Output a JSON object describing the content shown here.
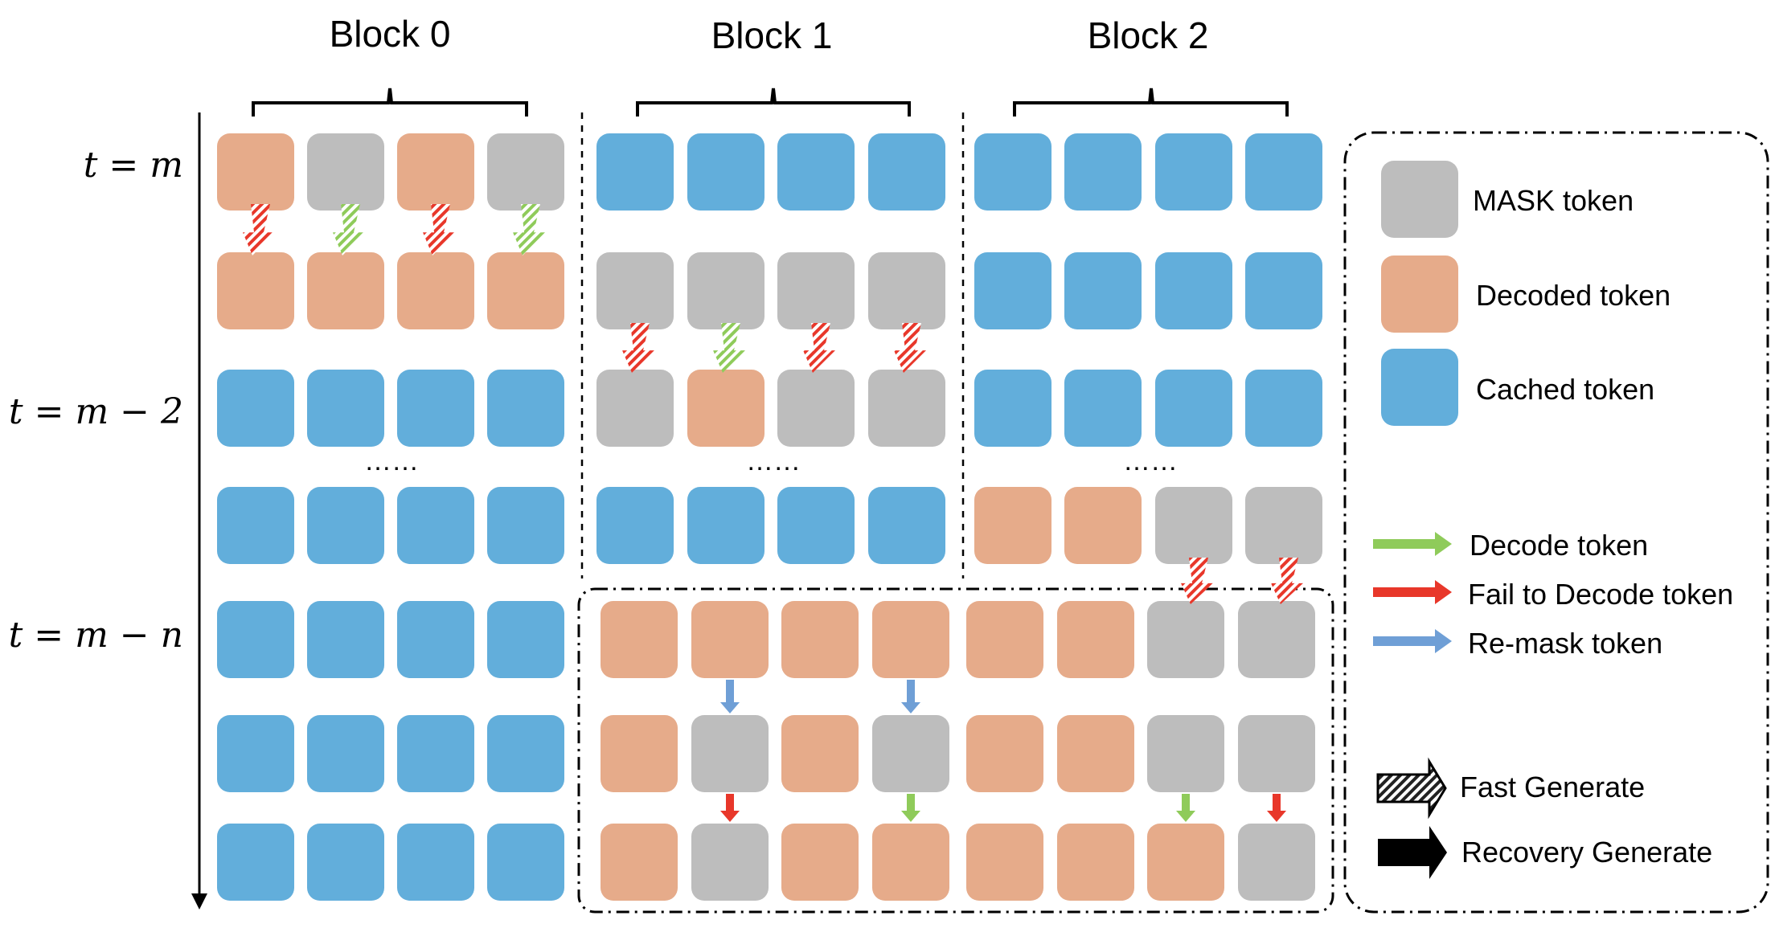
{
  "blocks": [
    {
      "title": "Block 0"
    },
    {
      "title": "Block 1"
    },
    {
      "title": "Block 2"
    }
  ],
  "time_labels": [
    "t = m",
    "t = m − 2",
    "t = m − n"
  ],
  "ellipsis": "……",
  "colors": {
    "mask": "#bdbdbd",
    "decoded": "#e6ab8a",
    "cached": "#62aedb",
    "green": "#8fcb5a",
    "red": "#e8372a",
    "blue": "#6f9fd6"
  },
  "rows": [
    [
      "D",
      "M",
      "D",
      "M",
      "C",
      "C",
      "C",
      "C",
      "C",
      "C",
      "C",
      "C"
    ],
    [
      "D",
      "D",
      "D",
      "D",
      "M",
      "M",
      "M",
      "M",
      "C",
      "C",
      "C",
      "C"
    ],
    [
      "C",
      "C",
      "C",
      "C",
      "M",
      "D",
      "M",
      "M",
      "C",
      "C",
      "C",
      "C"
    ],
    [
      "C",
      "C",
      "C",
      "C",
      "C",
      "C",
      "C",
      "C",
      "D",
      "D",
      "M",
      "M"
    ],
    [
      "C",
      "C",
      "C",
      "C",
      "D",
      "D",
      "D",
      "D",
      "D",
      "D",
      "M",
      "M"
    ],
    [
      "C",
      "C",
      "C",
      "C",
      "D",
      "M",
      "D",
      "M",
      "D",
      "D",
      "M",
      "M"
    ],
    [
      "C",
      "C",
      "C",
      "C",
      "D",
      "M",
      "D",
      "D",
      "D",
      "D",
      "D",
      "M"
    ]
  ],
  "fast_arrows": [
    {
      "row_gap": 0,
      "col": 0,
      "color": "red"
    },
    {
      "row_gap": 0,
      "col": 1,
      "color": "green"
    },
    {
      "row_gap": 0,
      "col": 2,
      "color": "red"
    },
    {
      "row_gap": 0,
      "col": 3,
      "color": "green"
    },
    {
      "row_gap": 1,
      "col": 4,
      "color": "red"
    },
    {
      "row_gap": 1,
      "col": 5,
      "color": "green"
    },
    {
      "row_gap": 1,
      "col": 6,
      "color": "red"
    },
    {
      "row_gap": 1,
      "col": 7,
      "color": "red"
    },
    {
      "row_gap": 3,
      "col": 10,
      "color": "red"
    },
    {
      "row_gap": 3,
      "col": 11,
      "color": "red"
    }
  ],
  "recovery_arrows": [
    {
      "row_gap": 4,
      "col": 5,
      "color": "blue"
    },
    {
      "row_gap": 4,
      "col": 7,
      "color": "blue"
    },
    {
      "row_gap": 5,
      "col": 5,
      "color": "red"
    },
    {
      "row_gap": 5,
      "col": 7,
      "color": "green"
    },
    {
      "row_gap": 5,
      "col": 10,
      "color": "green"
    },
    {
      "row_gap": 5,
      "col": 11,
      "color": "red"
    }
  ],
  "legend": {
    "tokens": [
      {
        "label": "MASK token",
        "type": "M"
      },
      {
        "label": "Decoded token",
        "type": "D"
      },
      {
        "label": "Cached token",
        "type": "C"
      }
    ],
    "arrows": [
      {
        "label": "Decode token",
        "color": "green"
      },
      {
        "label": "Fail to Decode token",
        "color": "red"
      },
      {
        "label": "Re-mask token",
        "color": "blue"
      }
    ],
    "generate": [
      {
        "label": "Fast Generate",
        "style": "hatched"
      },
      {
        "label": "Recovery Generate",
        "style": "solid"
      }
    ]
  }
}
